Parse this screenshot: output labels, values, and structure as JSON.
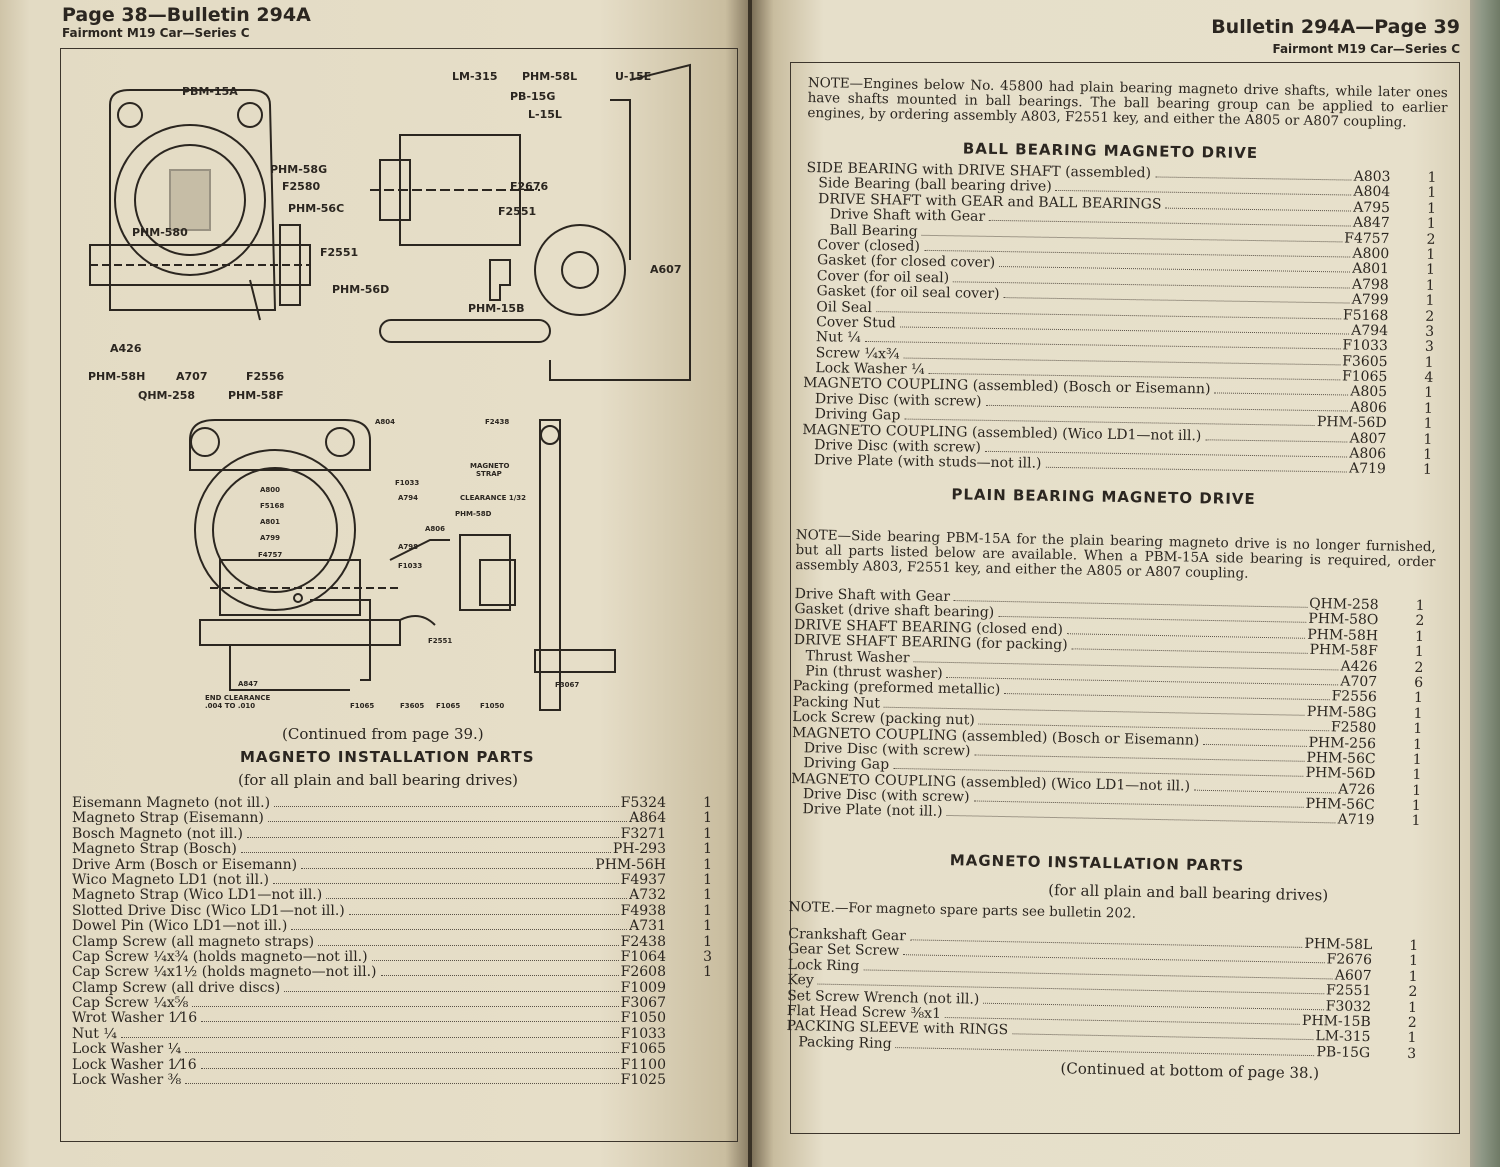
{
  "left_page": {
    "header_title": "Page 38—Bulletin 294A",
    "header_subtitle": "Fairmont M19 Car—Series C",
    "figure1_labels": [
      "PBM-15A",
      "LM-315",
      "PHM-58L",
      "U-15E",
      "PB-15G",
      "L-15L",
      "PHM-58G",
      "F2580",
      "PHM-56C",
      "PHM-580",
      "F2676",
      "F2551",
      "F2551",
      "A607",
      "PHM-56D",
      "PHM-15B",
      "A426",
      "PHM-58H",
      "A707",
      "F2556",
      "QHM-258",
      "PHM-58F"
    ],
    "figure2_labels": [
      "A804",
      "F2438",
      "F1033",
      "MAGNETO STRAP",
      "A800",
      "A794",
      "F5168",
      "CLEARANCE 1/32",
      "A801",
      "PHM-58D",
      "A799",
      "A806",
      "F4757",
      "A798",
      "F1033",
      "F2551",
      "A847",
      "F3067",
      "END CLEARANCE .004 TO .010",
      "F1065",
      "F3605",
      "F1065",
      "F1050"
    ],
    "caption": "(Continued from page 39.)",
    "section_title": "MAGNETO INSTALLATION PARTS",
    "section_subtitle": "(for all plain and ball bearing drives)",
    "parts": [
      {
        "name": "Eisemann Magneto (not ill.)",
        "part": "F5324",
        "qty": "1"
      },
      {
        "name": "Magneto Strap (Eisemann)",
        "part": "A864",
        "qty": "1"
      },
      {
        "name": "Bosch Magneto (not ill.)",
        "part": "F3271",
        "qty": "1"
      },
      {
        "name": "Magneto Strap (Bosch)",
        "part": "PH-293",
        "qty": "1"
      },
      {
        "name": "Drive Arm (Bosch or Eisemann)",
        "part": "PHM-56H",
        "qty": "1"
      },
      {
        "name": "Wico Magneto LD1 (not ill.)",
        "part": "F4937",
        "qty": "1"
      },
      {
        "name": "Magneto Strap (Wico LD1—not ill.)",
        "part": "A732",
        "qty": "1"
      },
      {
        "name": "Slotted Drive Disc (Wico LD1—not ill.)",
        "part": "F4938",
        "qty": "1"
      },
      {
        "name": "Dowel Pin (Wico LD1—not ill.)",
        "part": "A731",
        "qty": "1"
      },
      {
        "name": "Clamp Screw (all magneto straps)",
        "part": "F2438",
        "qty": "1"
      },
      {
        "name": "Cap Screw ¼x¾ (holds magneto—not ill.)",
        "part": "F1064",
        "qty": "3"
      },
      {
        "name": "Cap Screw ¼x1½ (holds magneto—not ill.)",
        "part": "F2608",
        "qty": "1"
      },
      {
        "name": "Clamp Screw (all drive discs)",
        "part": "F1009",
        "qty": ""
      },
      {
        "name": "Cap Screw ¼x⅝",
        "part": "F3067",
        "qty": ""
      },
      {
        "name": "Wrot Washer 1⁄16",
        "part": "F1050",
        "qty": ""
      },
      {
        "name": "Nut ¼",
        "part": "F1033",
        "qty": ""
      },
      {
        "name": "Lock Washer ¼",
        "part": "F1065",
        "qty": ""
      },
      {
        "name": "Lock Washer 1⁄16",
        "part": "F1100",
        "qty": ""
      },
      {
        "name": "Lock Washer ⅜",
        "part": "F1025",
        "qty": ""
      }
    ]
  },
  "right_page": {
    "header_title": "Bulletin 294A—Page 39",
    "header_subtitle": "Fairmont M19 Car—Series C",
    "note1": "NOTE—Engines below No. 45800 had plain bearing magneto drive shafts, while later ones have shafts mounted in ball bearings. The ball bearing group can be applied to earlier engines, by ordering assembly A803, F2551 key, and either the A805 or A807 coupling.",
    "ball_title": "BALL BEARING MAGNETO DRIVE",
    "ball_parts": [
      {
        "name": "SIDE BEARING with DRIVE SHAFT (assembled)",
        "part": "A803",
        "qty": "1",
        "indent": 0
      },
      {
        "name": "Side Bearing (ball bearing drive)",
        "part": "A804",
        "qty": "1",
        "indent": 1
      },
      {
        "name": "DRIVE SHAFT with GEAR and BALL BEARINGS",
        "part": "A795",
        "qty": "1",
        "indent": 1
      },
      {
        "name": "Drive Shaft with Gear",
        "part": "A847",
        "qty": "1",
        "indent": 2
      },
      {
        "name": "Ball Bearing",
        "part": "F4757",
        "qty": "2",
        "indent": 2
      },
      {
        "name": "Cover (closed)",
        "part": "A800",
        "qty": "1",
        "indent": 1
      },
      {
        "name": "Gasket (for closed cover)",
        "part": "A801",
        "qty": "1",
        "indent": 1
      },
      {
        "name": "Cover (for oil seal)",
        "part": "A798",
        "qty": "1",
        "indent": 1
      },
      {
        "name": "Gasket (for oil seal cover)",
        "part": "A799",
        "qty": "1",
        "indent": 1
      },
      {
        "name": "Oil Seal",
        "part": "F5168",
        "qty": "2",
        "indent": 1
      },
      {
        "name": "Cover Stud",
        "part": "A794",
        "qty": "3",
        "indent": 1
      },
      {
        "name": "Nut ¼",
        "part": "F1033",
        "qty": "3",
        "indent": 1
      },
      {
        "name": "Screw ¼x¾",
        "part": "F3605",
        "qty": "1",
        "indent": 1
      },
      {
        "name": "Lock Washer ¼",
        "part": "F1065",
        "qty": "4",
        "indent": 1
      },
      {
        "name": "MAGNETO COUPLING (assembled) (Bosch or Eisemann)",
        "part": "A805",
        "qty": "1",
        "indent": 0
      },
      {
        "name": "Drive Disc (with screw)",
        "part": "A806",
        "qty": "1",
        "indent": 1
      },
      {
        "name": "Driving Gap",
        "part": "PHM-56D",
        "qty": "1",
        "indent": 1
      },
      {
        "name": "MAGNETO COUPLING (assembled) (Wico LD1—not ill.)",
        "part": "A807",
        "qty": "1",
        "indent": 0
      },
      {
        "name": "Drive Disc (with screw)",
        "part": "A806",
        "qty": "1",
        "indent": 1
      },
      {
        "name": "Drive Plate (with studs—not ill.)",
        "part": "A719",
        "qty": "1",
        "indent": 1
      }
    ],
    "plain_title": "PLAIN BEARING MAGNETO DRIVE",
    "note2": "NOTE—Side bearing PBM-15A for the plain bearing magneto drive is no longer furnished, but all parts listed below are available. When a PBM-15A side bearing is required, order assembly A803, F2551 key, and either the A805 or A807 coupling.",
    "plain_parts": [
      {
        "name": "Drive Shaft with Gear",
        "part": "QHM-258",
        "qty": "1",
        "indent": 0
      },
      {
        "name": "Gasket (drive shaft bearing)",
        "part": "PHM-58O",
        "qty": "2",
        "indent": 0
      },
      {
        "name": "DRIVE SHAFT BEARING (closed end)",
        "part": "PHM-58H",
        "qty": "1",
        "indent": 0
      },
      {
        "name": "DRIVE SHAFT BEARING (for packing)",
        "part": "PHM-58F",
        "qty": "1",
        "indent": 0
      },
      {
        "name": "Thrust Washer",
        "part": "A426",
        "qty": "2",
        "indent": 1
      },
      {
        "name": "Pin (thrust washer)",
        "part": "A707",
        "qty": "6",
        "indent": 1
      },
      {
        "name": "Packing (preformed metallic)",
        "part": "F2556",
        "qty": "1",
        "indent": 0
      },
      {
        "name": "Packing Nut",
        "part": "PHM-58G",
        "qty": "1",
        "indent": 0
      },
      {
        "name": "Lock Screw (packing nut)",
        "part": "F2580",
        "qty": "1",
        "indent": 0
      },
      {
        "name": "MAGNETO COUPLING (assembled) (Bosch or Eisemann)",
        "part": "PHM-256",
        "qty": "1",
        "indent": 0
      },
      {
        "name": "Drive Disc (with screw)",
        "part": "PHM-56C",
        "qty": "1",
        "indent": 1
      },
      {
        "name": "Driving Gap",
        "part": "PHM-56D",
        "qty": "1",
        "indent": 1
      },
      {
        "name": "MAGNETO COUPLING (assembled) (Wico LD1—not ill.)",
        "part": "A726",
        "qty": "1",
        "indent": 0
      },
      {
        "name": "Drive Disc (with screw)",
        "part": "PHM-56C",
        "qty": "1",
        "indent": 1
      },
      {
        "name": "Drive Plate (not ill.)",
        "part": "A719",
        "qty": "1",
        "indent": 1
      }
    ],
    "install_title": "MAGNETO INSTALLATION PARTS",
    "install_subtitle": "(for all plain and ball bearing drives)",
    "note3": "NOTE.—For magneto spare parts see bulletin 202.",
    "install_parts": [
      {
        "name": "Crankshaft Gear",
        "part": "PHM-58L",
        "qty": "1",
        "indent": 0
      },
      {
        "name": "Gear Set Screw",
        "part": "F2676",
        "qty": "1",
        "indent": 0
      },
      {
        "name": "Lock Ring",
        "part": "A607",
        "qty": "1",
        "indent": 0
      },
      {
        "name": "Key",
        "part": "F2551",
        "qty": "2",
        "indent": 0
      },
      {
        "name": "Set Screw Wrench (not ill.)",
        "part": "F3032",
        "qty": "1",
        "indent": 0
      },
      {
        "name": "Flat Head Screw ⅜x1",
        "part": "PHM-15B",
        "qty": "2",
        "indent": 0
      },
      {
        "name": "PACKING SLEEVE with RINGS",
        "part": "LM-315",
        "qty": "1",
        "indent": 0
      },
      {
        "name": "Packing Ring",
        "part": "PB-15G",
        "qty": "3",
        "indent": 1
      }
    ],
    "caption": "(Continued at bottom of page 38.)"
  }
}
